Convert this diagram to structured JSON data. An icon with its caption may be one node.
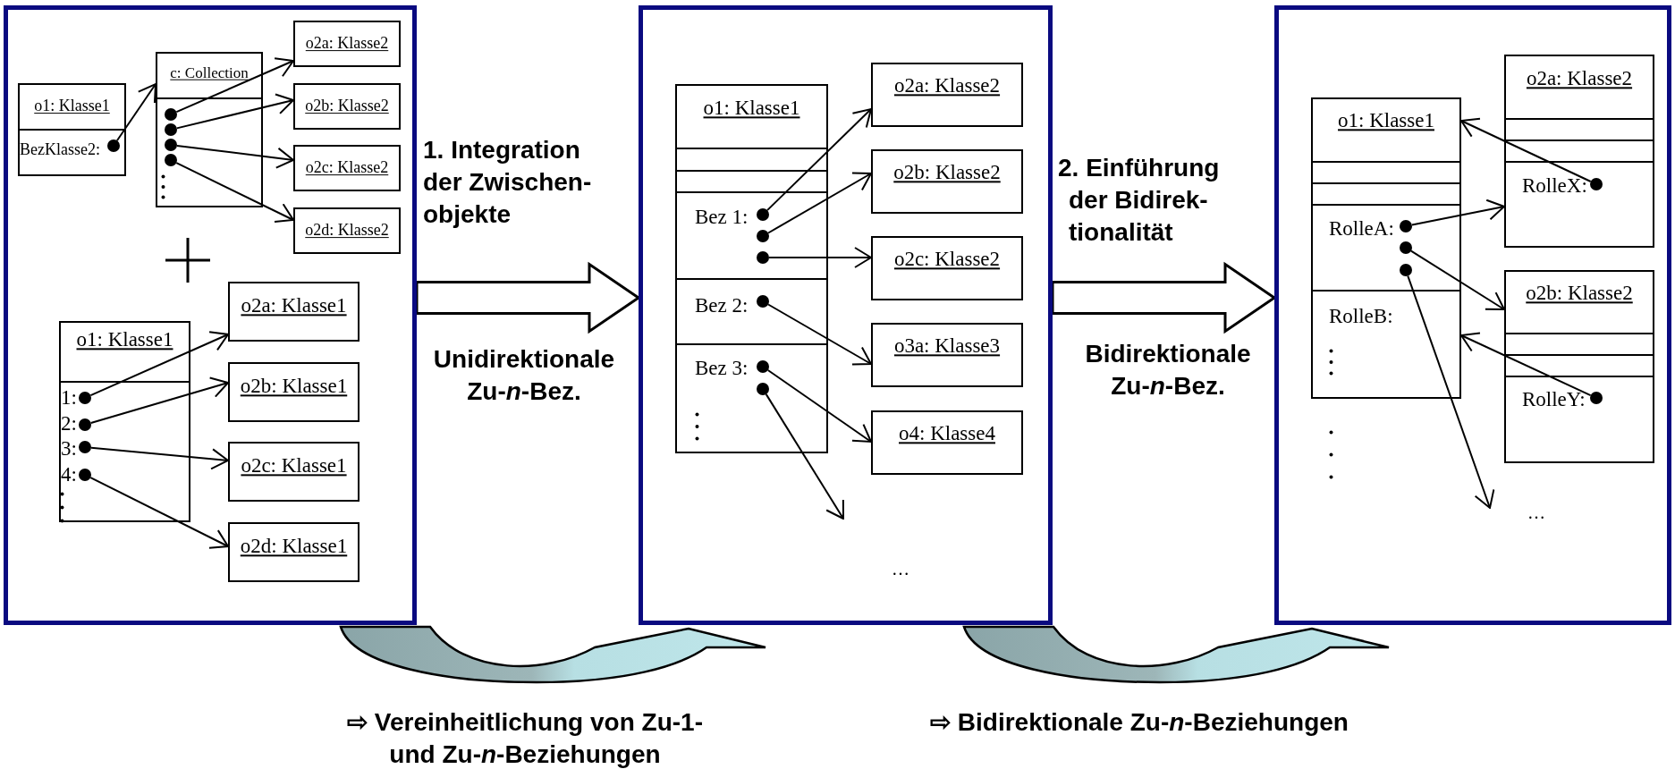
{
  "diagram": {
    "nodes": [
      {
        "text": [],
        "shape": "box"
      },
      {
        "text": [
          "o1: Klasse1",
          "BezKlasse2:"
        ],
        "in": 0
      },
      {
        "text": [],
        "shape": "circle",
        "in": 1
      },
      {
        "text": [
          "c: Collection"
        ],
        "in": 0
      },
      {
        "text": [],
        "shape": "circle",
        "in": 3
      },
      {
        "text": [],
        "shape": "circle",
        "in": 3
      },
      {
        "text": [],
        "shape": "circle",
        "in": 3
      },
      {
        "text": [],
        "shape": "circle",
        "in": 3
      },
      {
        "text": [
          "o2a: Klasse2"
        ],
        "in": 0
      },
      {
        "text": [
          "o2b: Klasse2"
        ],
        "in": 0
      },
      {
        "text": [
          "o2c: Klasse2"
        ],
        "in": 0
      },
      {
        "text": [
          "o2d: Klasse2"
        ],
        "in": 0
      },
      {
        "text": [
          "o1: Klasse1",
          "1:",
          "2:",
          "3:",
          "4:"
        ],
        "in": 0
      },
      {
        "text": [],
        "shape": "circle",
        "in": 12
      },
      {
        "text": [],
        "shape": "circle",
        "in": 12
      },
      {
        "text": [],
        "shape": "circle",
        "in": 12
      },
      {
        "text": [],
        "shape": "circle",
        "in": 12
      },
      {
        "text": [
          "o2a: Klasse1"
        ],
        "in": 0
      },
      {
        "text": [
          "o2b: Klasse1"
        ],
        "in": 0
      },
      {
        "text": [
          "o2c: Klasse1"
        ],
        "in": 0
      },
      {
        "text": [
          "o2d: Klasse1"
        ],
        "in": 0
      },
      {
        "text": [],
        "shape": "box"
      },
      {
        "text": [
          "o1: Klasse1",
          "Bez 1:",
          "Bez 2:",
          "Bez 3:"
        ],
        "in": 21
      },
      {
        "text": [],
        "shape": "circle",
        "in": 22
      },
      {
        "text": [],
        "shape": "circle",
        "in": 22
      },
      {
        "text": [],
        "shape": "circle",
        "in": 22
      },
      {
        "text": [],
        "shape": "circle",
        "in": 22
      },
      {
        "text": [],
        "shape": "circle",
        "in": 22
      },
      {
        "text": [],
        "shape": "circle",
        "in": 22
      },
      {
        "text": [
          "o2a: Klasse2"
        ],
        "in": 21
      },
      {
        "text": [
          "o2b: Klasse2"
        ],
        "in": 21
      },
      {
        "text": [
          "o2c: Klasse2"
        ],
        "in": 21
      },
      {
        "text": [
          "o3a: Klasse3"
        ],
        "in": 21
      },
      {
        "text": [
          "o4: Klasse4"
        ],
        "in": 21
      },
      {
        "text": [],
        "shape": "box"
      },
      {
        "text": [
          "o1: Klasse1",
          "RolleA:",
          "RolleB:"
        ],
        "in": 34
      },
      {
        "text": [],
        "shape": "circle",
        "in": 35
      },
      {
        "text": [],
        "shape": "circle",
        "in": 35
      },
      {
        "text": [],
        "shape": "circle",
        "in": 35
      },
      {
        "text": [
          "o2a: Klasse2",
          "RolleX:"
        ],
        "in": 34
      },
      {
        "text": [],
        "shape": "circle",
        "in": 39
      },
      {
        "text": [
          "o2b: Klasse2",
          "RolleY:"
        ],
        "in": 34
      },
      {
        "text": [],
        "shape": "circle",
        "in": 41
      }
    ],
    "edges": [
      {
        "from": 2,
        "to": 3,
        "arrow": "to"
      },
      {
        "from": 4,
        "to": 8,
        "arrow": "to"
      },
      {
        "from": 5,
        "to": 9,
        "arrow": "to"
      },
      {
        "from": 6,
        "to": 10,
        "arrow": "to"
      },
      {
        "from": 7,
        "to": 11,
        "arrow": "to"
      },
      {
        "from": 13,
        "to": 17,
        "arrow": "to"
      },
      {
        "from": 14,
        "to": 18,
        "arrow": "to"
      },
      {
        "from": 15,
        "to": 19,
        "arrow": "to"
      },
      {
        "from": 16,
        "to": 20,
        "arrow": "to"
      },
      {
        "from": 23,
        "to": 29,
        "arrow": "to"
      },
      {
        "from": 24,
        "to": 30,
        "arrow": "to"
      },
      {
        "from": 25,
        "to": 31,
        "arrow": "to"
      },
      {
        "from": 26,
        "to": 32,
        "arrow": "to"
      },
      {
        "from": 27,
        "to": 33,
        "arrow": "to"
      },
      {
        "from": 28,
        "to": null,
        "arrow": "to"
      },
      {
        "from": 36,
        "to": 39,
        "arrow": "to"
      },
      {
        "from": 37,
        "to": 41,
        "arrow": "to"
      },
      {
        "from": 38,
        "to": null,
        "arrow": "to"
      },
      {
        "from": 40,
        "to": 35,
        "arrow": "to"
      },
      {
        "from": 42,
        "to": 35,
        "arrow": "to"
      },
      {
        "from": 0,
        "to": 21,
        "arrow": "to",
        "style": "thick"
      },
      {
        "from": 21,
        "to": 34,
        "arrow": "to",
        "style": "thick"
      },
      {
        "from": 0,
        "to": 21,
        "arrow": "to",
        "style": "thick"
      },
      {
        "from": 21,
        "to": 34,
        "arrow": "to",
        "style": "thick"
      }
    ],
    "labels": [
      "1. Integration der Zwischen- objekte",
      "Unidirektionale Zu-*n*-Bez.",
      "…",
      "2. Einführung der Bidirek- tionalität",
      "Bidirektionale Zu-*n*-Bez.",
      "…",
      "⇨ Vereinheitlichung von Zu-1- und Zu-*n*-Beziehungen",
      "⇨ Bidirektionale Zu-*n*-Beziehungen"
    ]
  }
}
